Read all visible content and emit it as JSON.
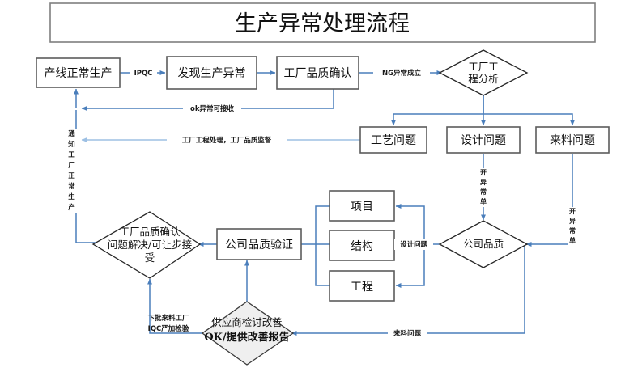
{
  "title": {
    "text": "生产异常处理流程"
  },
  "colors": {
    "edge": "#4a7ebb",
    "edge_pale": "#9dc0e4",
    "box_stroke": "#5b5b5b",
    "diamond_fill_gray": "#efefef"
  },
  "nodes": {
    "production_normal": {
      "label": "产线正常生产",
      "shape": "rect"
    },
    "found_abnormal": {
      "label": "发现生产异常",
      "shape": "rect"
    },
    "factory_qc_confirm": {
      "label": "工厂品质确认",
      "shape": "rect"
    },
    "factory_eng_analysis": {
      "label1": "工厂工",
      "label2": "程分析",
      "shape": "diamond"
    },
    "process_issue": {
      "label": "工艺问题",
      "shape": "rect"
    },
    "design_issue": {
      "label": "设计问题",
      "shape": "rect"
    },
    "material_issue": {
      "label": "来料问题",
      "shape": "rect"
    },
    "company_quality": {
      "label": "公司品质",
      "shape": "diamond"
    },
    "company_quality_verify": {
      "label": "公司品质验证",
      "shape": "rect"
    },
    "project": {
      "label": "项目",
      "shape": "rect"
    },
    "structure": {
      "label": "结构",
      "shape": "rect"
    },
    "engineering": {
      "label": "工程",
      "shape": "rect"
    },
    "factory_qc_decision": {
      "line1": "工厂品质确认",
      "line2": "问题解决/可让步接",
      "line3": "受",
      "shape": "diamond"
    },
    "supplier_review": {
      "line1": "供应商检讨改善",
      "line2": "OK/提供改善报告",
      "shape": "diamond"
    }
  },
  "edge_labels": {
    "ipqc": "IPQC",
    "ng_abnormal": "NG异常成立",
    "ok_acceptable": "ok异常可接收",
    "factory_eng_handle": "工厂工程处理，工厂品质监督",
    "notify_normal": "通知工厂正常生产",
    "open_form_design": "开异常单",
    "open_form_material": "开异常单",
    "design_issue_lbl": "设计问题",
    "material_issue_lbl": "来料问题",
    "next_lot_line1": "下批来料工厂",
    "next_lot_line2": "IQC严加检验"
  }
}
